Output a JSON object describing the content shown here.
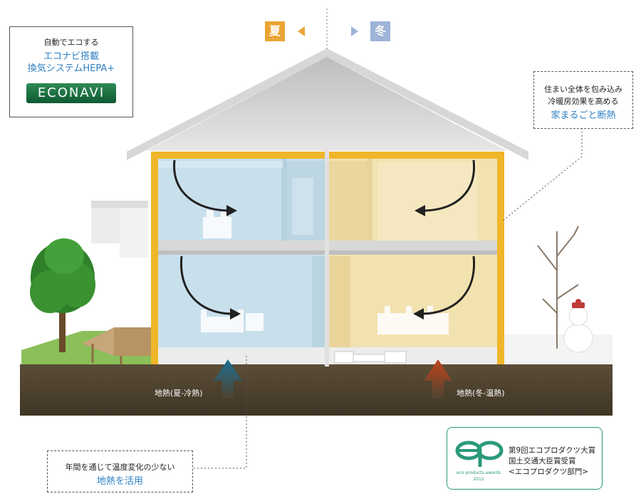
{
  "econavi_panel": {
    "line1": "自動でエコする",
    "line2": "エコナビ搭載",
    "line3": "換気システムHEPA+",
    "logo_text": "ECONAVI"
  },
  "seasons": {
    "summer": "夏",
    "winter": "冬"
  },
  "insulation_callout": {
    "line1": "住まい全体を包み込み",
    "line2": "冷暖房効果を高める",
    "line3": "家まるごと断熱"
  },
  "ground_labels": {
    "summer": "地熱(夏-冷熱)",
    "winter": "地熱(冬-温熱)"
  },
  "geothermal_callout": {
    "line1": "年間を通じて温度変化の少ない",
    "line2": "地熱を活用"
  },
  "award": {
    "logo_caption1": "eco products awards",
    "logo_caption2": "2012",
    "line1": "第9回エコプロダクツ大賞",
    "line2": "国土交通大臣賞受賞",
    "line3": "<エコプロダクツ部門>"
  },
  "colors": {
    "summer_accent": "#e9a533",
    "winter_accent": "#9db3d8",
    "callout_text": "#2f7fc1",
    "frame": "#f0b62a",
    "cool_room": "#c8e0ec",
    "warm_room": "#f2e2b0",
    "soil": "#4f4331"
  }
}
